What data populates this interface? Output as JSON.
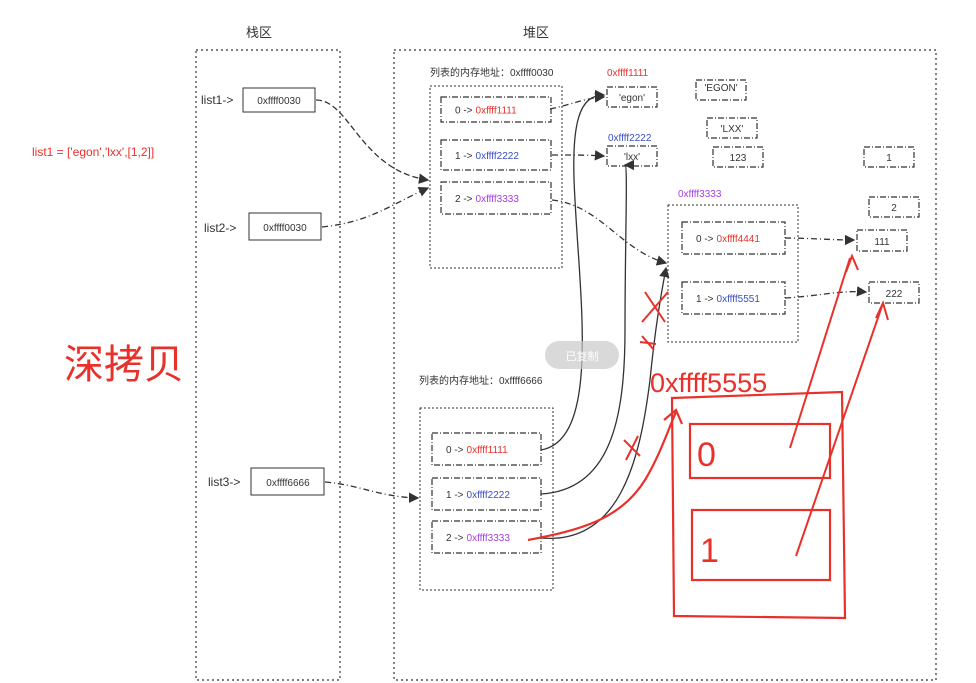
{
  "colors": {
    "black": "#333333",
    "red": "#e8312a",
    "blue": "#3a4fc4",
    "purple": "#a63ee0",
    "annotation_red": "#e8312a",
    "watermark_bg": "#c9c9c9"
  },
  "regions": {
    "stack_title": "栈区",
    "heap_title": "堆区"
  },
  "code_line": "list1 = ['egon','lxx',[1,2]]",
  "big_label": "深拷贝",
  "watermark": "已复制",
  "stack_vars": [
    {
      "name": "list1->",
      "addr": "0xffff0030"
    },
    {
      "name": "list2->",
      "addr": "0xffff0030"
    },
    {
      "name": "list3->",
      "addr": "0xffff6666"
    }
  ],
  "list_top": {
    "caption": "列表的内存地址：0xffff0030",
    "rows": [
      {
        "idx": "0 ->",
        "addr": "0xffff1111",
        "color": "red"
      },
      {
        "idx": "1 ->",
        "addr": "0xffff2222",
        "color": "blue"
      },
      {
        "idx": "2 ->",
        "addr": "0xffff3333",
        "color": "purple"
      }
    ]
  },
  "list_bottom": {
    "caption": "列表的内存地址：0xffff6666",
    "rows": [
      {
        "idx": "0 ->",
        "addr": "0xffff1111",
        "color": "red"
      },
      {
        "idx": "1 ->",
        "addr": "0xffff2222",
        "color": "blue"
      },
      {
        "idx": "2 ->",
        "addr": "0xffff3333",
        "color": "purple"
      }
    ]
  },
  "heap_values": {
    "egon_addr": "0xffff1111",
    "egon": "'egon'",
    "lxx_addr": "0xffff2222",
    "lxx": "'lxx'",
    "EGON": "'EGON'",
    "LXX": "'LXX'",
    "n123": "123",
    "n1": "1",
    "n2": "2",
    "n111": "111",
    "n222": "222"
  },
  "sublist": {
    "addr": "0xffff3333",
    "rows": [
      {
        "idx": "0 ->",
        "addr": "0xffff4441",
        "color": "red"
      },
      {
        "idx": "1 ->",
        "addr": "0xffff5551",
        "color": "blue"
      }
    ]
  },
  "new_list": {
    "addr": "0xffff5555",
    "slots": [
      "0",
      "1"
    ]
  }
}
